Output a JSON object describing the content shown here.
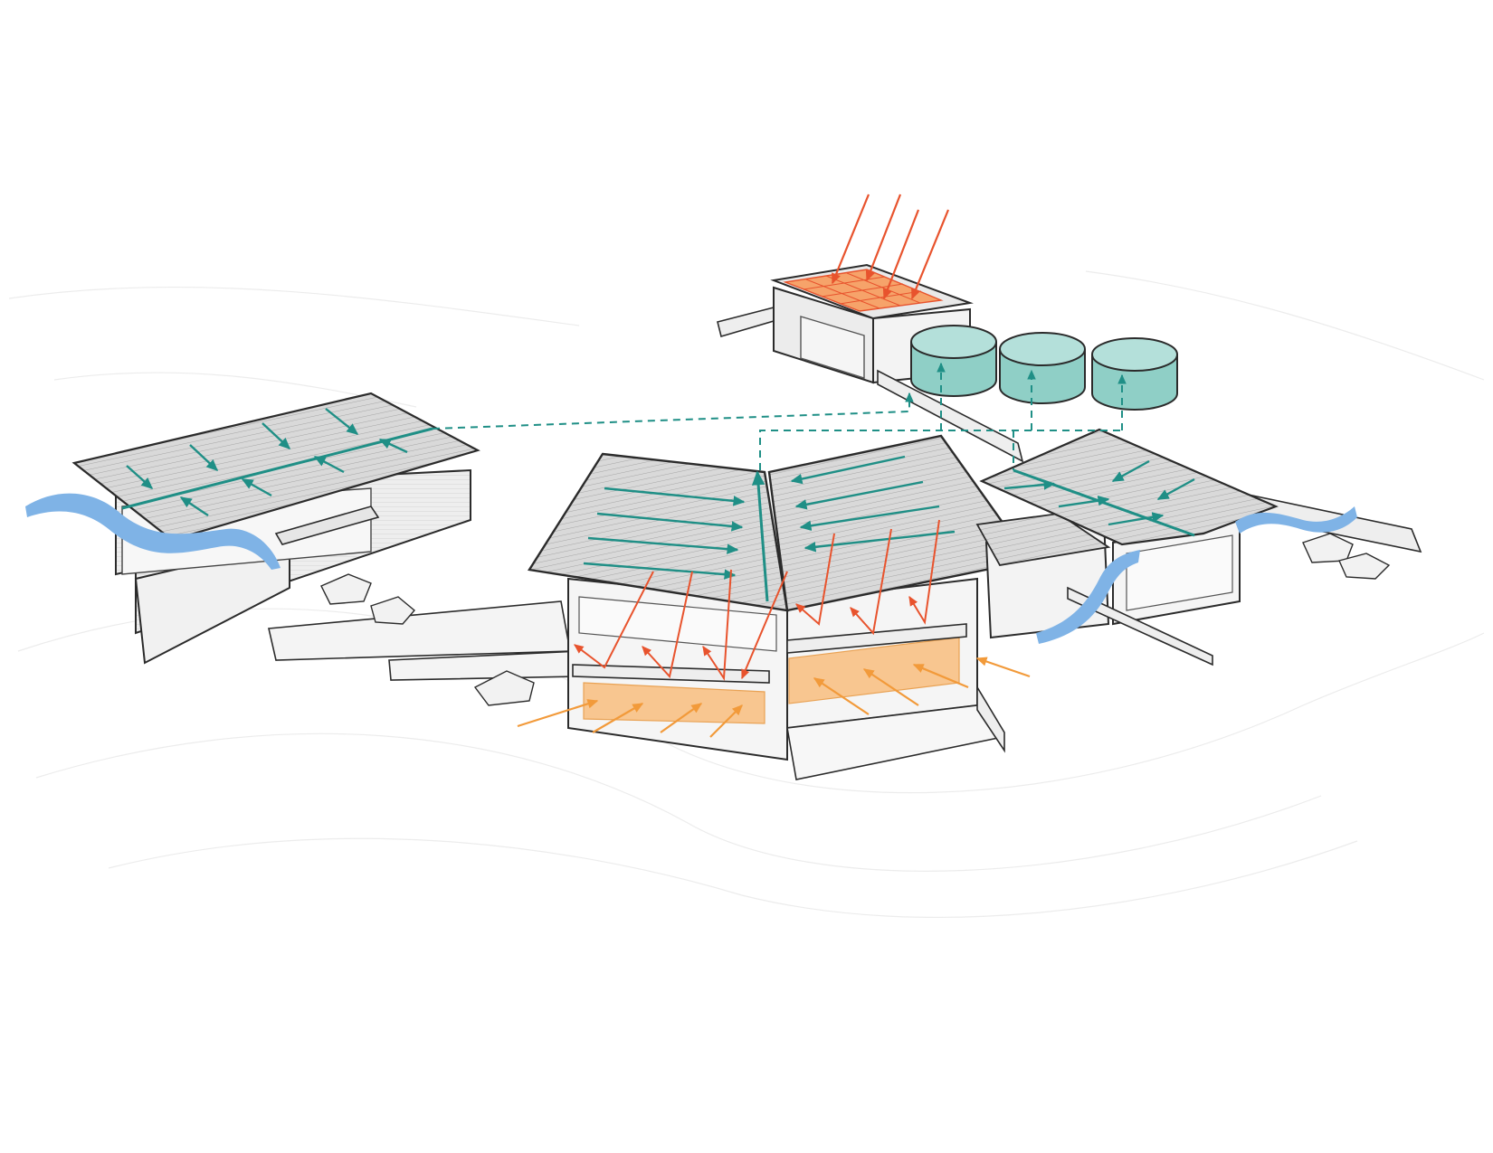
{
  "diagram": {
    "type": "axonometric-sustainability-diagram",
    "text_labels": [],
    "colors": {
      "background": "#ffffff",
      "outline": "#2b2b2b",
      "roof_fill": "#d9d9d9",
      "wall_fill": "#ededed",
      "ground_lines": "#ececec",
      "rainwater_teal": "#1f8f86",
      "tank_fill": "#8fcfc6",
      "solar_red": "#e8532d",
      "solar_panel_fill": "#f6a36a",
      "daylight_orange": "#f29a3a",
      "interior_glow": "#f8c690",
      "wind_blue": "#7fb3e6"
    },
    "icons": [
      "rainwater-flow-arrow",
      "sun-ray-arrow",
      "reflected-daylight-arrow",
      "breeze-wave-icon",
      "water-storage-tank",
      "solar-pv-array"
    ],
    "water_tanks": {
      "count": 3
    },
    "buildings": [
      "west-pavilion",
      "central-pavilion-left-roof",
      "central-pavilion-right-roof",
      "east-pavilion",
      "garage-with-solar-roof"
    ]
  }
}
